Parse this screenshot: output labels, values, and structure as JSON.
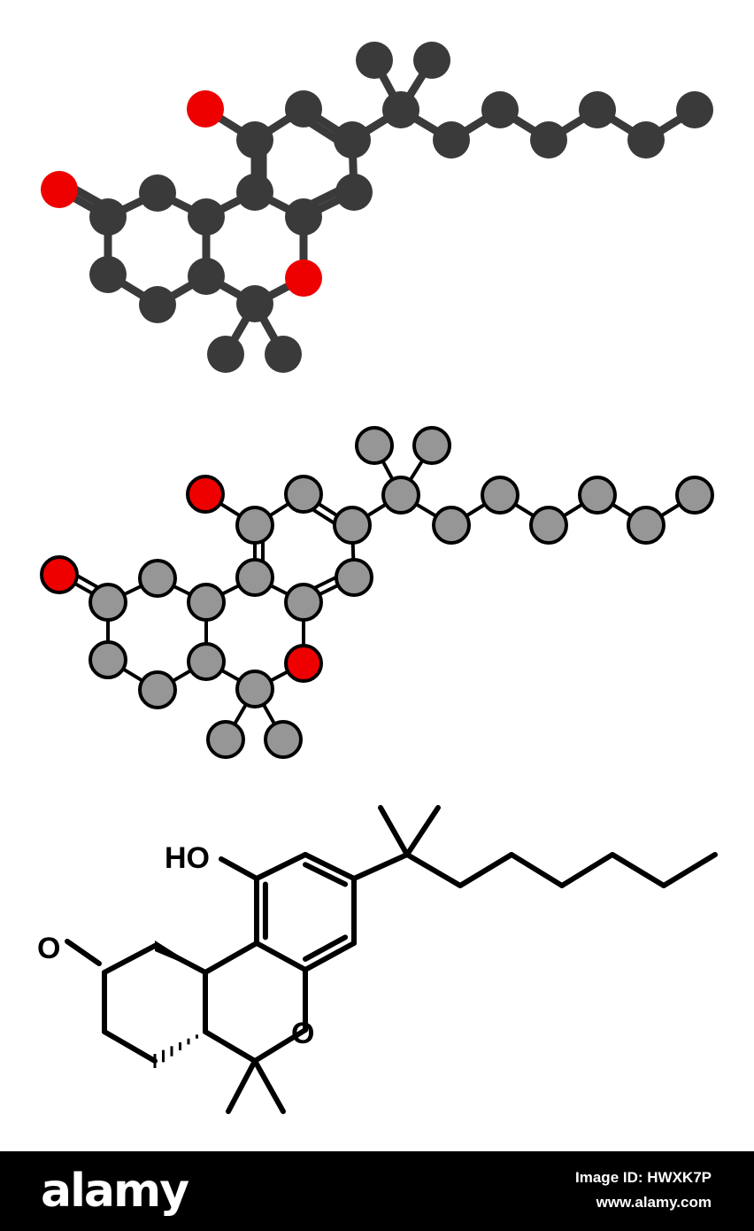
{
  "atom_labels": {
    "hydroxyl": "HO",
    "ketone_oxygen": "O",
    "ring_oxygen": "O"
  },
  "colors": {
    "carbon_ball_stick": "#3a3a3a",
    "oxygen": "#ee0000",
    "carbon_stick": "#969696",
    "outline": "#000000",
    "background": "#ffffff",
    "footer_background": "#000000"
  },
  "footer": {
    "brand": "alamy",
    "image_id": "Image ID: HWXK7P",
    "site": "www.alamy.com"
  }
}
